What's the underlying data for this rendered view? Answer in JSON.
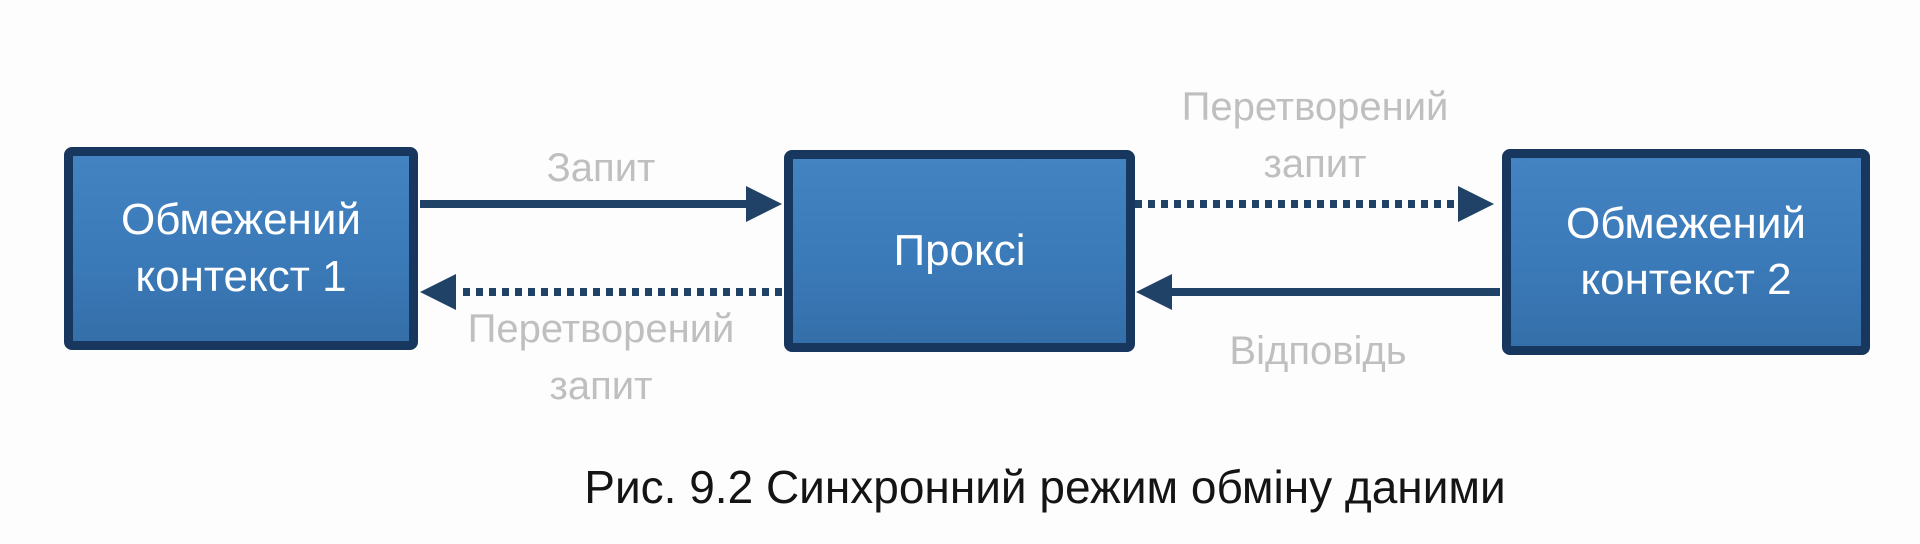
{
  "figure": {
    "caption": "Рис. 9.2 Синхронний режим обміну даними"
  },
  "diagram": {
    "nodes": [
      {
        "id": "bounded-context-1",
        "label": "Обмежений контекст 1"
      },
      {
        "id": "proxy",
        "label": "Проксі"
      },
      {
        "id": "bounded-context-2",
        "label": "Обмежений контекст 2"
      }
    ],
    "edges": [
      {
        "from": "bounded-context-1",
        "to": "proxy",
        "style": "solid",
        "label": "Запит"
      },
      {
        "from": "proxy",
        "to": "bounded-context-1",
        "style": "dotted",
        "label": "Перетворений\nзапит"
      },
      {
        "from": "proxy",
        "to": "bounded-context-2",
        "style": "dotted",
        "label": "Перетворений\nзапит"
      },
      {
        "from": "bounded-context-2",
        "to": "proxy",
        "style": "solid",
        "label": "Відповідь"
      }
    ],
    "colors": {
      "node_fill_top": "#4483c2",
      "node_fill_bottom": "#356fa9",
      "node_border": "#17375e",
      "node_text": "#ffffff",
      "arrow": "#1f4266",
      "edge_label": "#bfbfbf",
      "caption": "#141414",
      "background": "#fdfdfd"
    }
  }
}
